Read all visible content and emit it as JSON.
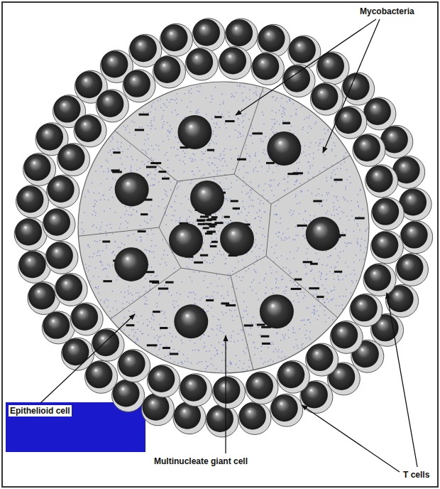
{
  "diagram": {
    "labels": [
      "Mycobacteria",
      "Epithelioid cell",
      "Multinucleate giant cell",
      "T cells"
    ]
  }
}
